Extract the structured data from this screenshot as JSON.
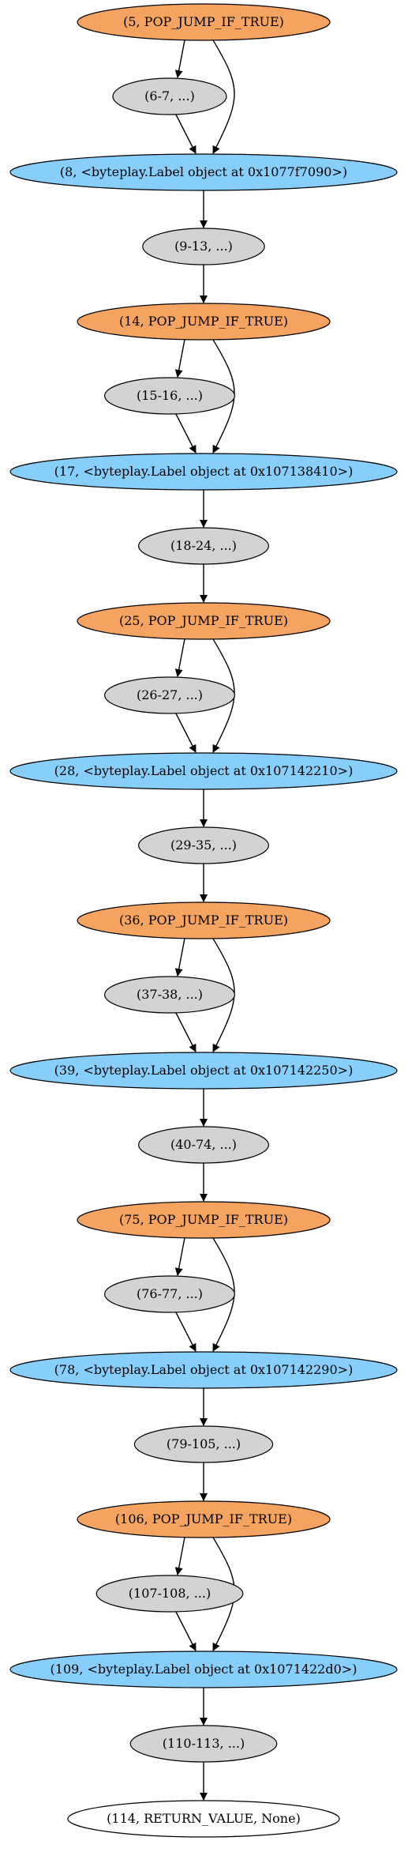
{
  "colors": {
    "jump": "#f4a460",
    "label": "#87cefa",
    "block": "#d3d3d3",
    "final": "#ffffff",
    "stroke": "#000000"
  },
  "nodes": [
    {
      "id": "n5",
      "text": "(5, POP_JUMP_IF_TRUE)",
      "kind": "jump"
    },
    {
      "id": "n6",
      "text": "(6-7, ...)",
      "kind": "block"
    },
    {
      "id": "n8",
      "text": "(8, <byteplay.Label object at 0x1077f7090>)",
      "kind": "label"
    },
    {
      "id": "n9",
      "text": "(9-13, ...)",
      "kind": "block"
    },
    {
      "id": "n14",
      "text": "(14, POP_JUMP_IF_TRUE)",
      "kind": "jump"
    },
    {
      "id": "n15",
      "text": "(15-16, ...)",
      "kind": "block"
    },
    {
      "id": "n17",
      "text": "(17, <byteplay.Label object at 0x107138410>)",
      "kind": "label"
    },
    {
      "id": "n18",
      "text": "(18-24, ...)",
      "kind": "block"
    },
    {
      "id": "n25",
      "text": "(25, POP_JUMP_IF_TRUE)",
      "kind": "jump"
    },
    {
      "id": "n26",
      "text": "(26-27, ...)",
      "kind": "block"
    },
    {
      "id": "n28",
      "text": "(28, <byteplay.Label object at 0x107142210>)",
      "kind": "label"
    },
    {
      "id": "n29",
      "text": "(29-35, ...)",
      "kind": "block"
    },
    {
      "id": "n36",
      "text": "(36, POP_JUMP_IF_TRUE)",
      "kind": "jump"
    },
    {
      "id": "n37",
      "text": "(37-38, ...)",
      "kind": "block"
    },
    {
      "id": "n39",
      "text": "(39, <byteplay.Label object at 0x107142250>)",
      "kind": "label"
    },
    {
      "id": "n40",
      "text": "(40-74, ...)",
      "kind": "block"
    },
    {
      "id": "n75",
      "text": "(75, POP_JUMP_IF_TRUE)",
      "kind": "jump"
    },
    {
      "id": "n76",
      "text": "(76-77, ...)",
      "kind": "block"
    },
    {
      "id": "n78",
      "text": "(78, <byteplay.Label object at 0x107142290>)",
      "kind": "label"
    },
    {
      "id": "n79",
      "text": "(79-105, ...)",
      "kind": "block"
    },
    {
      "id": "n106",
      "text": "(106, POP_JUMP_IF_TRUE)",
      "kind": "jump"
    },
    {
      "id": "n107",
      "text": "(107-108, ...)",
      "kind": "block"
    },
    {
      "id": "n109",
      "text": "(109, <byteplay.Label object at 0x1071422d0>)",
      "kind": "label"
    },
    {
      "id": "n110",
      "text": "(110-113, ...)",
      "kind": "block"
    },
    {
      "id": "n114",
      "text": "(114, RETURN_VALUE, None)",
      "kind": "final"
    }
  ],
  "edges": [
    {
      "from": "n5",
      "to": "n6"
    },
    {
      "from": "n5",
      "to": "n8"
    },
    {
      "from": "n6",
      "to": "n8"
    },
    {
      "from": "n8",
      "to": "n9"
    },
    {
      "from": "n9",
      "to": "n14"
    },
    {
      "from": "n14",
      "to": "n15"
    },
    {
      "from": "n14",
      "to": "n17"
    },
    {
      "from": "n15",
      "to": "n17"
    },
    {
      "from": "n17",
      "to": "n18"
    },
    {
      "from": "n18",
      "to": "n25"
    },
    {
      "from": "n25",
      "to": "n26"
    },
    {
      "from": "n25",
      "to": "n28"
    },
    {
      "from": "n26",
      "to": "n28"
    },
    {
      "from": "n28",
      "to": "n29"
    },
    {
      "from": "n29",
      "to": "n36"
    },
    {
      "from": "n36",
      "to": "n37"
    },
    {
      "from": "n36",
      "to": "n39"
    },
    {
      "from": "n37",
      "to": "n39"
    },
    {
      "from": "n39",
      "to": "n40"
    },
    {
      "from": "n40",
      "to": "n75"
    },
    {
      "from": "n75",
      "to": "n76"
    },
    {
      "from": "n75",
      "to": "n78"
    },
    {
      "from": "n76",
      "to": "n78"
    },
    {
      "from": "n78",
      "to": "n79"
    },
    {
      "from": "n79",
      "to": "n106"
    },
    {
      "from": "n106",
      "to": "n107"
    },
    {
      "from": "n106",
      "to": "n109"
    },
    {
      "from": "n107",
      "to": "n109"
    },
    {
      "from": "n109",
      "to": "n110"
    },
    {
      "from": "n110",
      "to": "n114"
    }
  ]
}
